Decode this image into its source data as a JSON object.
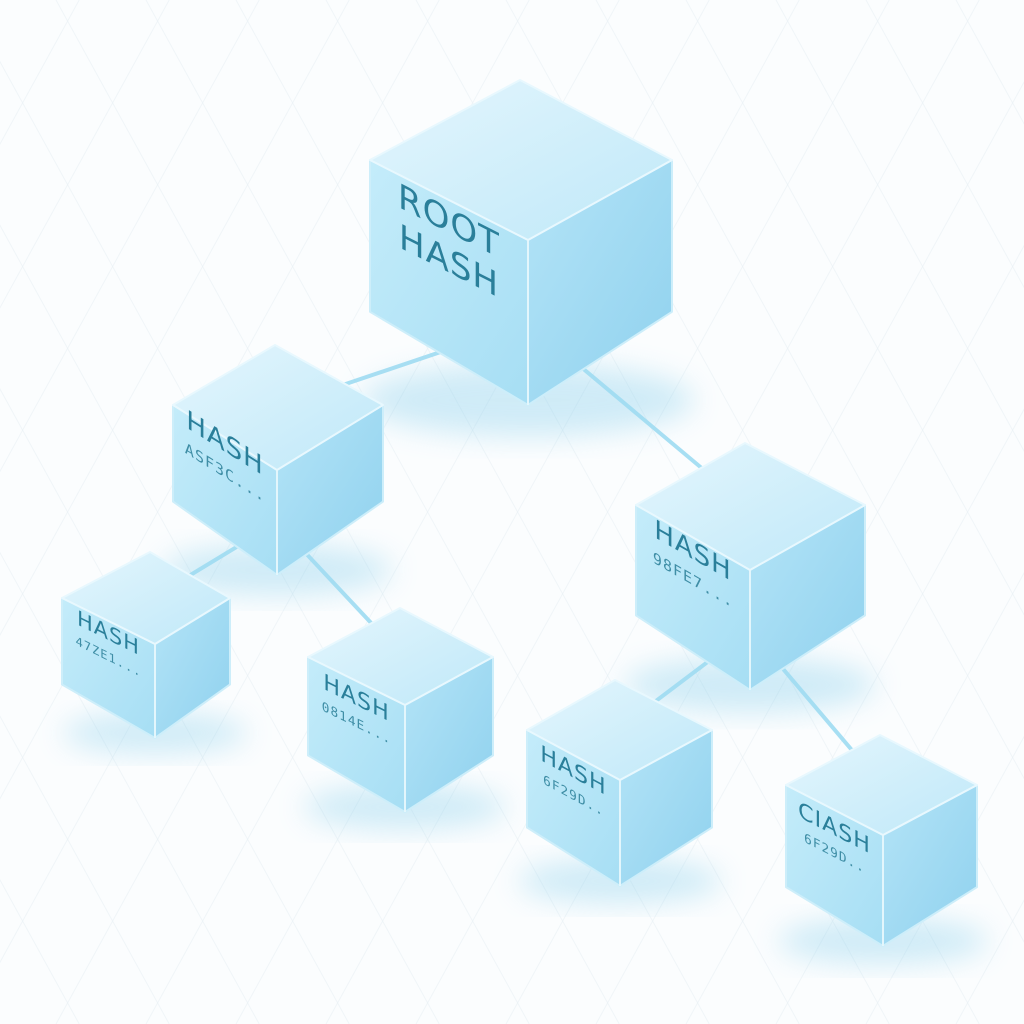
{
  "diagram": {
    "nodes": [
      {
        "id": "root",
        "line1": "ROOT",
        "line2": "HASH"
      },
      {
        "id": "left",
        "line1": "HASH",
        "line2": "ASF3C..."
      },
      {
        "id": "right",
        "line1": "HASH",
        "line2": "98FE7..."
      },
      {
        "id": "left-left",
        "line1": "HASH",
        "line2": "47ZE1..."
      },
      {
        "id": "left-right",
        "line1": "HASH",
        "line2": "0814E..."
      },
      {
        "id": "right-left",
        "line1": "HASH",
        "line2": "6F29D.."
      },
      {
        "id": "right-right",
        "line1": "CIASH",
        "line2": "6F29D.."
      }
    ],
    "edges": [
      [
        "root",
        "left"
      ],
      [
        "root",
        "right"
      ],
      [
        "left",
        "left-left"
      ],
      [
        "left",
        "left-right"
      ],
      [
        "right",
        "right-left"
      ],
      [
        "right",
        "right-right"
      ]
    ],
    "colors": {
      "top": "#d3f0fb",
      "left": "#b2e3f6",
      "right": "#9ed8f1",
      "edge": "#9fdcf2",
      "text": "#2a7f9a",
      "grid": "#e9f1f5"
    }
  }
}
